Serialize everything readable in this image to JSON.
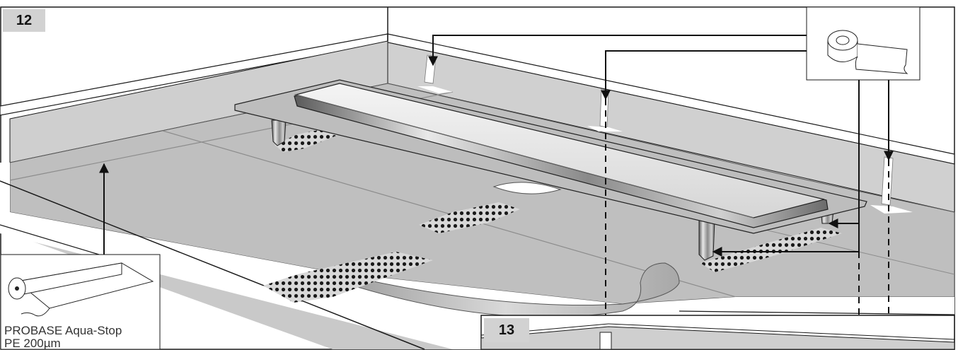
{
  "steps": {
    "step_a": "12",
    "step_b": "13"
  },
  "product_callout": {
    "name": "PROBASE Aqua-Stop",
    "spec": "PE 200µm",
    "icon": "membrane-roll-icon"
  },
  "tape_callout": {
    "icon": "sealing-tape-roll-icon"
  },
  "colors": {
    "wall": "#cfcfcf",
    "floor": "#c4c4c4",
    "membrane": "#bfbfbf",
    "drain_steel": "#9a9a9a",
    "line": "#1a1a1a",
    "badge": "#d2d2d2"
  }
}
